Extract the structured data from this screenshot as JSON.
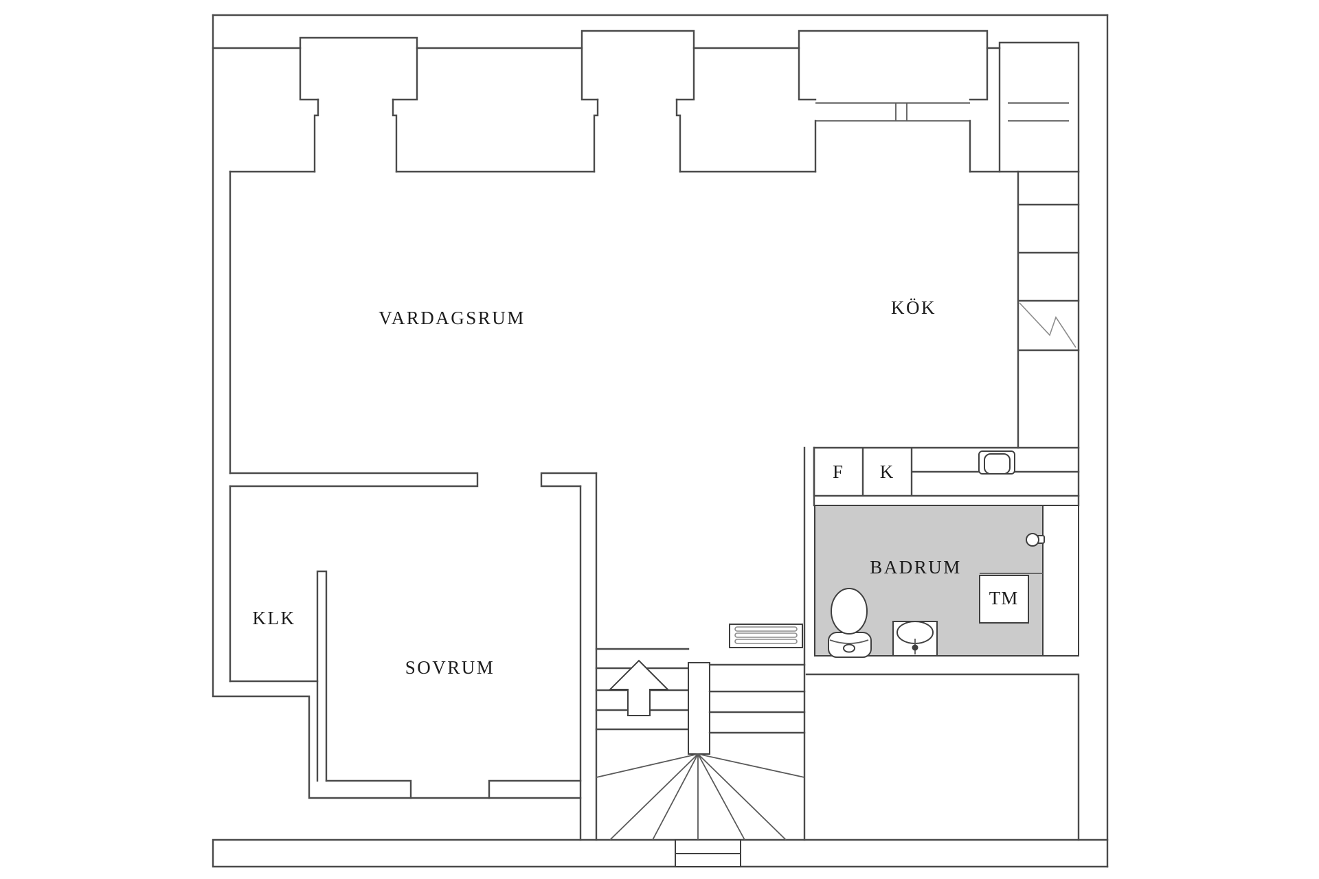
{
  "plan": {
    "type": "apartment-floor-plan",
    "stairs_direction": "up"
  },
  "colors": {
    "background": "#ffffff",
    "wall_line": "#4a4a4a",
    "bathroom_fill": "#cbcbcb",
    "text": "#1c1c1c"
  },
  "rooms": [
    {
      "id": "vardagsrum",
      "label": "VARDAGSRUM"
    },
    {
      "id": "kok",
      "label": "KÖK"
    },
    {
      "id": "klk",
      "label": "KLK"
    },
    {
      "id": "sovrum",
      "label": "SOVRUM"
    },
    {
      "id": "badrum",
      "label": "BADRUM"
    }
  ],
  "appliances": [
    {
      "id": "fridge",
      "label": "F"
    },
    {
      "id": "freezer",
      "label": "K"
    },
    {
      "id": "washing-machine",
      "label": "TM"
    }
  ]
}
